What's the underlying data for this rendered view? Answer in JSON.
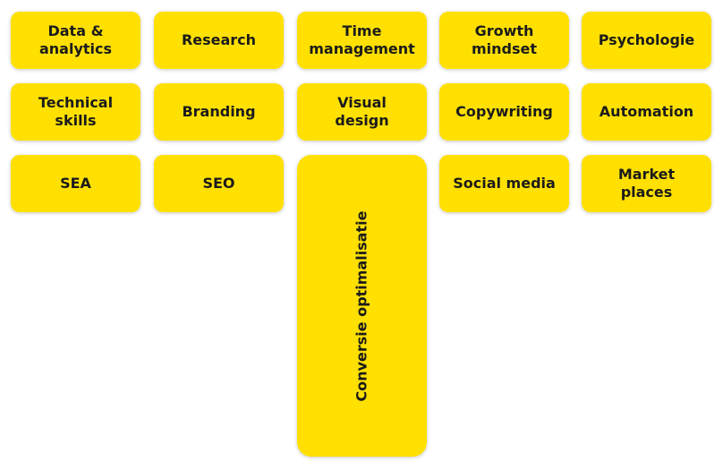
{
  "tile_color": "#FFE000",
  "text_color": "#1b1b1b",
  "skills": [
    "Data &\nanalytics",
    "Research",
    "Time\nmanagement",
    "Growth\nmindset",
    "Psychologie",
    "Technical\nskills",
    "Branding",
    "Visual\ndesign",
    "Copywriting",
    "Automation",
    "SEA",
    "SEO",
    "Conversie optimalisatie",
    "Social media",
    "Market\nplaces"
  ]
}
